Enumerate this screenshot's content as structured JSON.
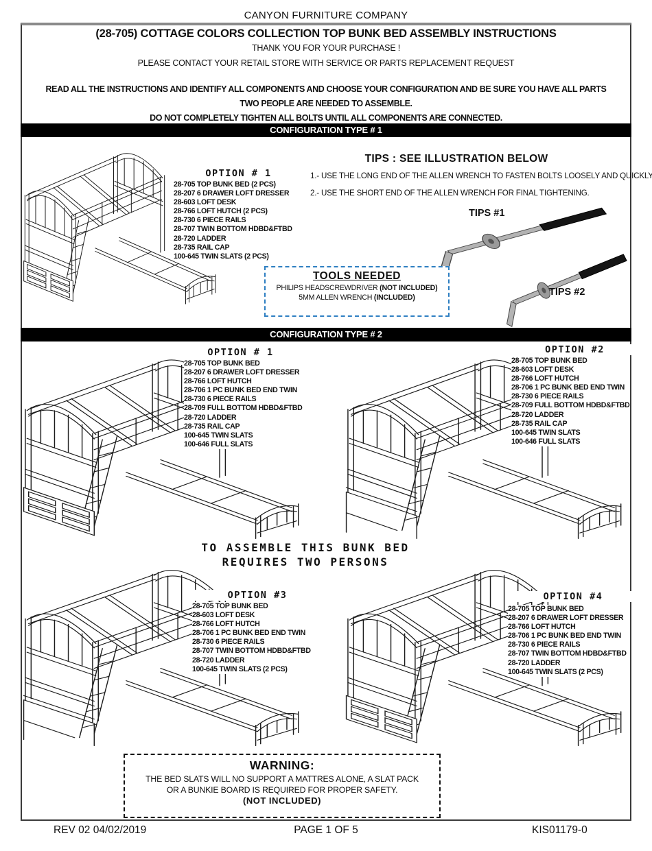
{
  "doc": {
    "company": "CANYON FURNITURE COMPANY",
    "title": "(28-705) COTTAGE COLORS COLLECTION TOP BUNK BED ASSEMBLY INSTRUCTIONS",
    "thanks": "THANK YOU FOR YOUR PURCHASE !",
    "contact": "PLEASE CONTACT YOUR RETAIL STORE WITH SERVICE OR PARTS REPLACEMENT REQUEST",
    "notice1": "READ ALL THE INSTRUCTIONS AND IDENTIFY ALL COMPONENTS AND CHOOSE YOUR CONFIGURATION AND BE SURE YOU HAVE ALL PARTS",
    "notice2": "TWO PEOPLE ARE NEEDED TO ASSEMBLE.",
    "notice3": "DO NOT COMPLETELY TIGHTEN ALL BOLTS UNTIL ALL COMPONENTS ARE CONNECTED."
  },
  "config1": {
    "header": "CONFIGURATION TYPE # 1",
    "option": {
      "title": "OPTION # 1",
      "parts": [
        "28-705 TOP BUNK BED (2 PCS)",
        "28-207 6 DRAWER LOFT DRESSER",
        "28-603 LOFT DESK",
        "28-766 LOFT HUTCH (2 PCS)",
        "28-730 6 PIECE RAILS",
        "28-707 TWIN BOTTOM HDBD&FTBD",
        "28-720 LADDER",
        "28-735 RAIL CAP",
        "100-645 TWIN SLATS (2 PCS)"
      ]
    },
    "tips": {
      "heading": "TIPS : SEE ILLUSTRATION BELOW",
      "line1": "1.- USE THE LONG END OF THE ALLEN WRENCH TO FASTEN BOLTS LOOSELY AND QUICKLY.",
      "line2": "2.- USE THE SHORT END OF THE ALLEN WRENCH FOR FINAL TIGHTENING.",
      "tip1_label": "TIPS #1",
      "tip2_label": "TIPS #2"
    },
    "tools": {
      "title": "TOOLS NEEDED",
      "item1": "PHILIPS HEADSCREWDRIVER ",
      "item1_note": "(NOT INCLUDED)",
      "item2": "5MM ALLEN WRENCH ",
      "item2_note": "(INCLUDED)"
    }
  },
  "config2": {
    "header": "CONFIGURATION TYPE # 2",
    "note_line1": "TO ASSEMBLE THIS BUNK BED",
    "note_line2": "REQUIRES TWO PERSONS",
    "options": [
      {
        "title": "OPTION # 1",
        "parts": [
          "28-705 TOP BUNK BED",
          "28-207 6 DRAWER LOFT DRESSER",
          "28-766 LOFT HUTCH",
          "28-706 1 PC BUNK BED END TWIN",
          "28-730 6 PIECE RAILS",
          "28-709 FULL BOTTOM HDBD&FTBD",
          "28-720 LADDER",
          "28-735 RAIL CAP",
          "100-645 TWIN SLATS",
          "100-646 FULL SLATS"
        ]
      },
      {
        "title": "OPTION #2",
        "parts": [
          "28-705 TOP BUNK BED",
          "28-603 LOFT DESK",
          "28-766 LOFT HUTCH",
          "28-706 1 PC BUNK BED END TWIN",
          "28-730 6 PIECE RAILS",
          "28-709 FULL BOTTOM HDBD&FTBD",
          "28-720 LADDER",
          "28-735 RAIL CAP",
          "100-645 TWIN SLATS",
          "100-646 FULL SLATS"
        ]
      },
      {
        "title": "OPTION #3",
        "parts": [
          "28-705 TOP BUNK BED",
          "28-603 LOFT DESK",
          "28-766 LOFT HUTCH",
          "28-706 1 PC BUNK BED END TWIN",
          "28-730 6 PIECE RAILS",
          "28-707 TWIN BOTTOM HDBD&FTBD",
          "28-720 LADDER",
          "100-645 TWIN SLATS (2 PCS)"
        ]
      },
      {
        "title": "OPTION #4",
        "parts": [
          "28-705 TOP BUNK BED",
          "28-207 6 DRAWER LOFT DRESSER",
          "28-766 LOFT HUTCH",
          "28-706 1 PC BUNK BED END TWIN",
          "28-730 6 PIECE RAILS",
          "28-707 TWIN BOTTOM HDBD&FTBD",
          "28-720 LADDER",
          "100-645 TWIN SLATS (2 PCS)"
        ]
      }
    ]
  },
  "warning": {
    "title": "WARNING:",
    "line1": "THE BED SLATS WILL NO SUPPORT A MATTRES ALONE, A SLAT PACK",
    "line2": "OR A BUNKIE BOARD IS REQUIRED FOR PROPER SAFETY.",
    "note": "(NOT INCLUDED)"
  },
  "footer": {
    "rev": "REV 02 04/02/2019",
    "page_label": "PAGE 1 OF 5",
    "doc_code": "KIS01179-0"
  },
  "colors": {
    "tools_box_border": "#2e7fc2",
    "header_bar_bg": "#000000",
    "line_art": "#1c1c1c"
  }
}
